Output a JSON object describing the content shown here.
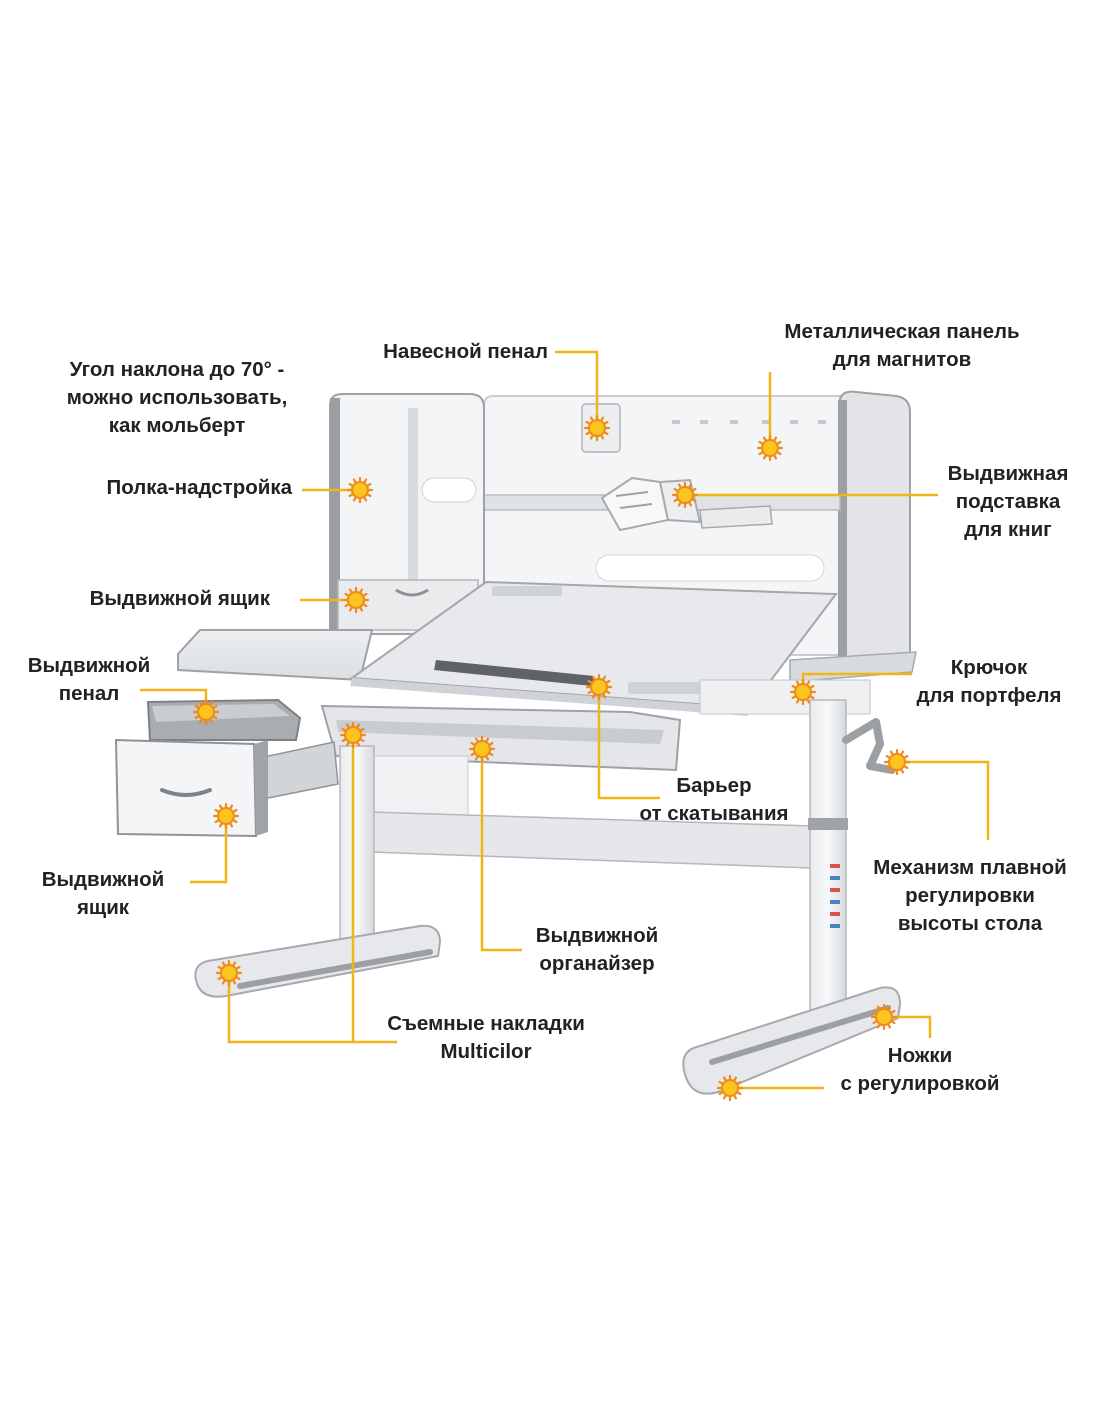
{
  "colors": {
    "leader": "#f2b418",
    "marker_core": "#f9c51e",
    "marker_ring": "#f08a19",
    "text": "#222222",
    "desk_white": "#f6f7f8",
    "desk_gray": "#a3a6aa",
    "desk_dark": "#6d7074"
  },
  "callouts": {
    "tilt_angle": [
      "Угол наклона до 70° -",
      "можно использовать,",
      "как мольберт"
    ],
    "hanging_pencil_case": [
      "Навесной пенал"
    ],
    "metal_panel": [
      "Металлическая панель",
      "для магнитов"
    ],
    "top_shelf": [
      "Полка-надстройка"
    ],
    "book_stand": [
      "Выдвижная",
      "подставка",
      "для книг"
    ],
    "shelf_drawer": [
      "Выдвижной ящик"
    ],
    "pullout_pencil_case": [
      "Выдвижной",
      "пенал"
    ],
    "bag_hook": [
      "Крючок",
      "для портфеля"
    ],
    "roll_barrier": [
      "Барьер",
      "от скатывания"
    ],
    "height_mechanism": [
      "Механизм плавной",
      "регулировки",
      "высоты стола"
    ],
    "side_drawer": [
      "Выдвижной",
      "ящик"
    ],
    "organizer": [
      "Выдвижной",
      "органайзер"
    ],
    "removable_covers": [
      "Съемные накладки",
      "Multicilor"
    ],
    "adjustable_feet": [
      "Ножки",
      "с регулировкой"
    ]
  }
}
